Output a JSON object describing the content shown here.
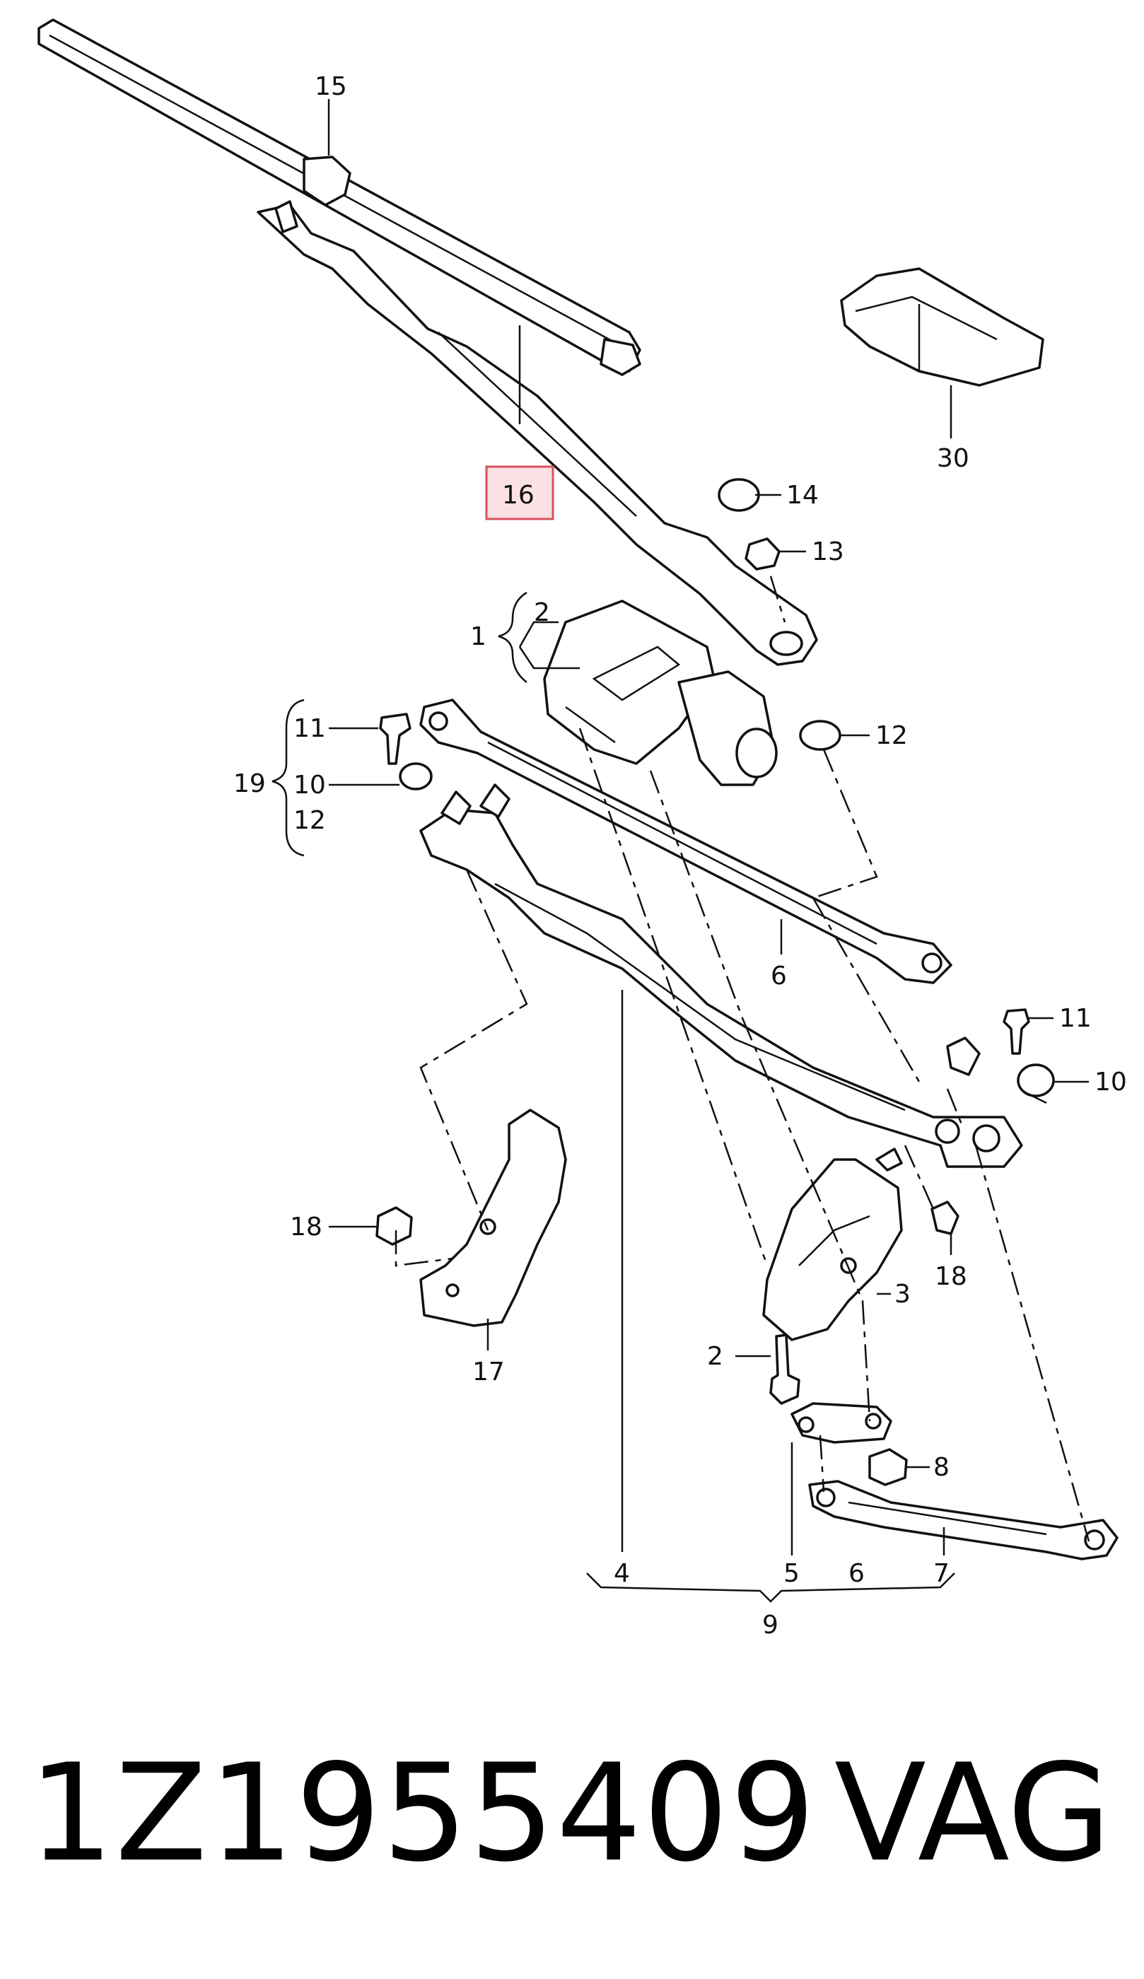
{
  "labels": {
    "l15": "15",
    "l16": "16",
    "l30": "30",
    "l14": "14",
    "l13": "13",
    "l1": "1",
    "l2_top": "2",
    "l11_left": "11",
    "l19": "19",
    "l10_left": "10",
    "l12_left": "12",
    "l12_right": "12",
    "l6_mid": "6",
    "l11_right": "11",
    "l10_right": "10",
    "l18_left": "18",
    "l17": "17",
    "l18_right": "18",
    "l3": "3",
    "l2_bottom": "2",
    "l8": "8",
    "l4": "4",
    "l5": "5",
    "l6_bottom": "6",
    "l7": "7",
    "l9": "9"
  },
  "footer": {
    "part_number": "1Z1955409",
    "brand": "VAG"
  },
  "colors": {
    "line": "#111111",
    "highlight_fill": "#fbe1e4",
    "highlight_stroke": "#d9505f"
  }
}
